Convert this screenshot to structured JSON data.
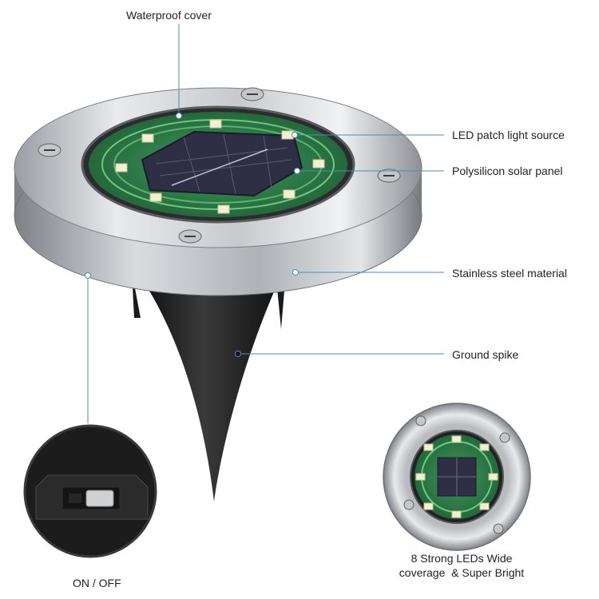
{
  "labels": {
    "waterproof_cover": "Waterproof cover",
    "led_source": "LED patch light source",
    "solar_panel": "Polysilicon solar panel",
    "steel": "Stainless steel material",
    "spike": "Ground spike",
    "switch": "ON / OFF",
    "caption_line1": "8 Strong LEDs Wide",
    "caption_line2": "coverage  & Super Bright"
  },
  "colors": {
    "steel_light": "#e4e6e8",
    "steel_dark": "#8e9297",
    "pcb_green": "#2f7f4a",
    "led_glow": "#f3efd2",
    "solar_cell": "#3d3f55",
    "spike_black": "#1e1e1e",
    "callout_line": "#4a8db8"
  },
  "led_count": 8
}
